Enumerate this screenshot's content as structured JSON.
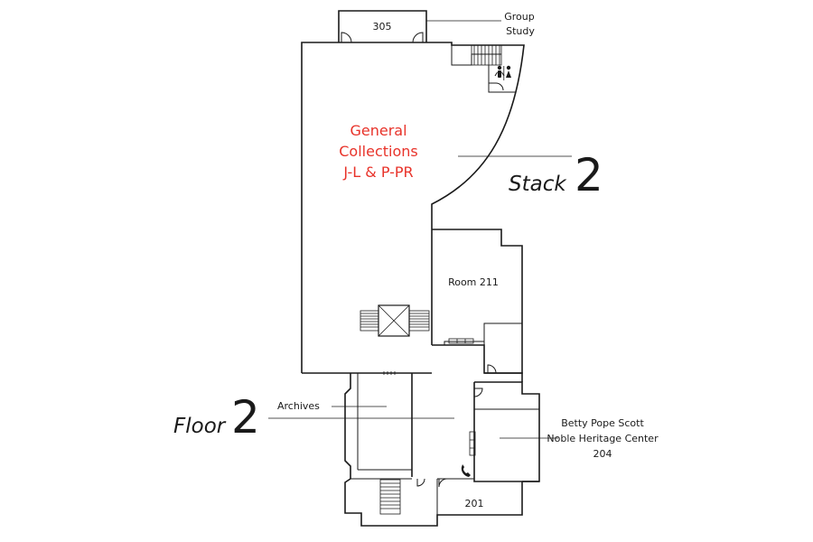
{
  "map": {
    "labels": {
      "room_305": "305",
      "group_study_line1": "Group",
      "group_study_line2": "Study",
      "general_line1": "General",
      "general_line2": "Collections",
      "general_line3": "J-L & P-PR",
      "stack_word": "Stack",
      "stack_number": "2",
      "room_211": "Room 211",
      "archives": "Archives",
      "floor_word": "Floor",
      "floor_number": "2",
      "heritage_line1": "Betty Pope Scott",
      "heritage_line2": "Noble Heritage Center",
      "heritage_line3": "204",
      "room_201": "201"
    },
    "icons": {
      "restroom": "restroom-icon",
      "phone": "phone-icon",
      "elevator": "elevator-icon",
      "stairs": "stairs-icon"
    },
    "colors": {
      "collection_label": "#e8332a",
      "walls": "#1a1a1a"
    }
  }
}
